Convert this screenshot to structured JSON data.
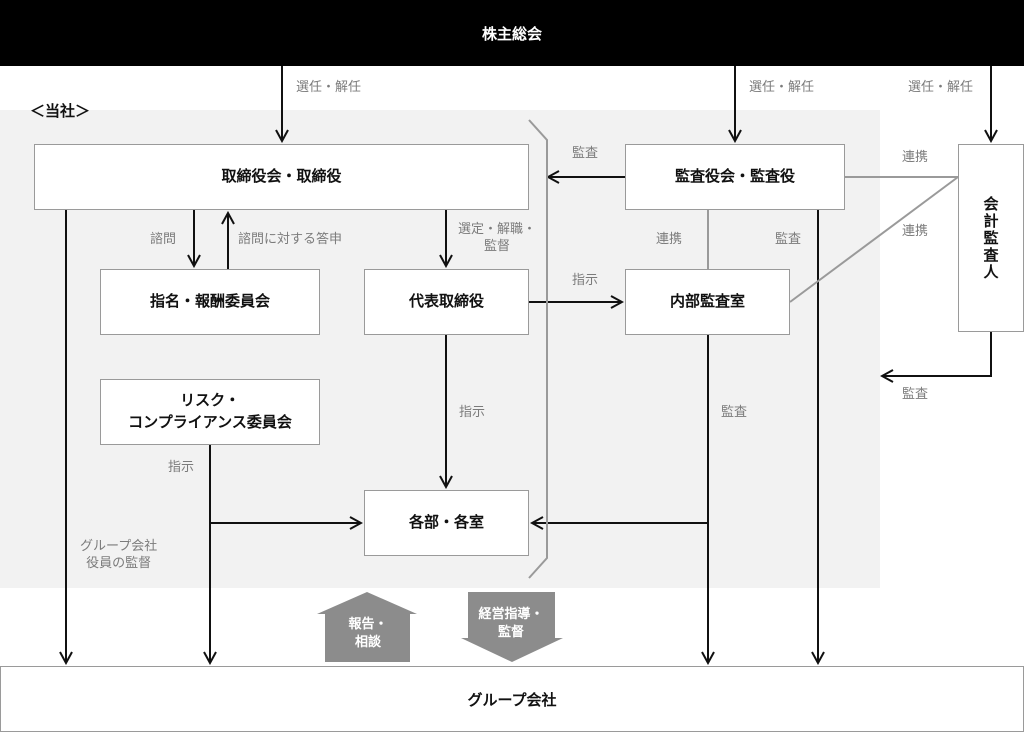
{
  "shareholders_meeting": "株主総会",
  "company_label": "＜当社＞",
  "boxes": {
    "board": "取締役会・取締役",
    "audit_board": "監査役会・監査役",
    "nomination": "指名・報酬委員会",
    "representative": "代表取締役",
    "internal_audit": "内部監査室",
    "risk_committee": "リスク・\nコンプライアンス委員会",
    "departments": "各部・各室",
    "accounting_auditor": "会計監査人",
    "group_company": "グループ会社"
  },
  "labels": {
    "elect_dismiss_1": "選任・解任",
    "elect_dismiss_2": "選任・解任",
    "elect_dismiss_3": "選任・解任",
    "audit_board_to_board": "監査",
    "consult": "諮問",
    "consult_answer": "諮問に対する答申",
    "select_supervise": "選定・解職・\n監督",
    "instruct_internal": "指示",
    "cooperate_internal": "連携",
    "audit_group": "監査",
    "cooperate_1": "連携",
    "cooperate_2": "連携",
    "instruct_departments": "指示",
    "audit_departments": "監査",
    "instruct_risk": "指示",
    "group_officer_supervision": "グループ会社\n役員の監督",
    "auditor_audit": "監査",
    "report_consult": "報告・\n相談",
    "management_guidance": "経営指導・\n監督"
  }
}
